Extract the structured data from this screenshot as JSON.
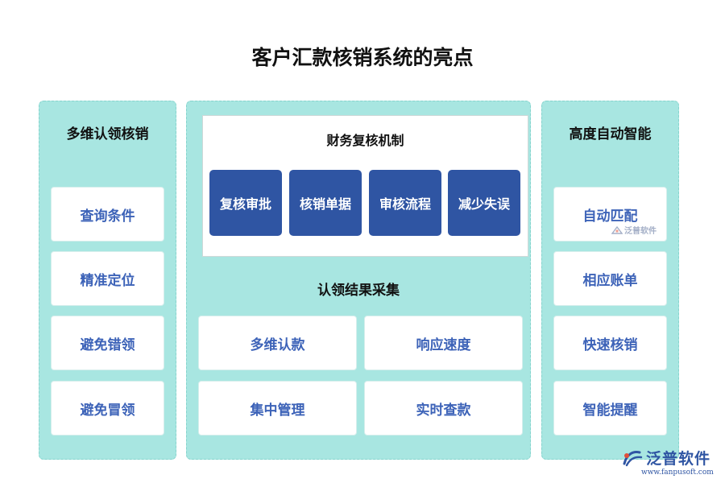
{
  "title": "客户汇款核销系统的亮点",
  "left": {
    "heading": "多维认领核销",
    "items": [
      "查询条件",
      "精准定位",
      "避免错领",
      "避免冒领"
    ]
  },
  "middle": {
    "top_box": {
      "heading": "财务复核机制",
      "items": [
        "复核审批",
        "核销单据",
        "审核流程",
        "减少失误"
      ]
    },
    "heading": "认领结果采集",
    "items": [
      "多维认款",
      "响应速度",
      "集中管理",
      "实时查款"
    ]
  },
  "right": {
    "heading": "高度自动智能",
    "items": [
      "自动匹配",
      "相应账单",
      "快速核销",
      "智能提醒"
    ]
  },
  "watermark": "泛普软件",
  "logo": {
    "name": "泛普软件",
    "url": "www.fanpusoft.com",
    "icon": "fanpu-logo-icon"
  },
  "colors": {
    "panel": "#a8e6e1",
    "card_text": "#3d63b8",
    "blue_card": "#2f55a3"
  }
}
